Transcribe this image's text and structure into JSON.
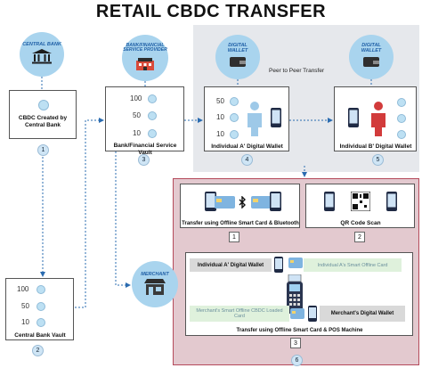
{
  "title": "RETAIL CBDC TRANSFER",
  "central_bank": {
    "circle_label": "CENTRAL BANK",
    "box_label": "CBDC Created by\nCentral Bank",
    "step": "1"
  },
  "central_vault": {
    "denoms": [
      "100",
      "50",
      "10"
    ],
    "label": "Central Bank Vault",
    "step": "2"
  },
  "provider": {
    "circle_label": "BANK/FINANCIAL\nSERVICE PROVIDER",
    "denoms": [
      "100",
      "50",
      "10"
    ],
    "label": "Bank/Financial Service Vault",
    "step": "3"
  },
  "wallet_a": {
    "circle_label": "DIGITAL\nWALLET",
    "denoms": [
      "50",
      "10",
      "10"
    ],
    "label": "Individual A' Digital Wallet",
    "step": "4"
  },
  "wallet_b": {
    "circle_label": "DIGITAL\nWALLET",
    "label": "Individual B' Digital Wallet",
    "step": "5"
  },
  "p2p_label": "Peer to Peer Transfer",
  "offline": {
    "bluetooth_label": "Transfer using Offline Smart Card & Bluetooth",
    "bluetooth_step": "1",
    "qr_label": "QR Code Scan",
    "qr_step": "2",
    "merchant_label": "MERCHANT",
    "pos": {
      "wallet_a": "Individual A' Digital Wallet",
      "card_a": "Individual A's Smart Offline Card",
      "merchant_card": "Merchant's Smart Offline CBDC Loaded Card",
      "merchant_wallet": "Merchant's Digital Wallet",
      "label": "Transfer using Offline Smart Card & POS Machine",
      "step": "3"
    },
    "step": "6"
  },
  "colors": {
    "circle": "#a9d4ee",
    "grey_panel": "#e6e8ec",
    "pink_panel": "#e3c9cf",
    "pink_border": "#b54a5b",
    "arrow": "#2b6cb0",
    "person_a": "#9ec9e8",
    "person_b": "#d23b3b"
  }
}
